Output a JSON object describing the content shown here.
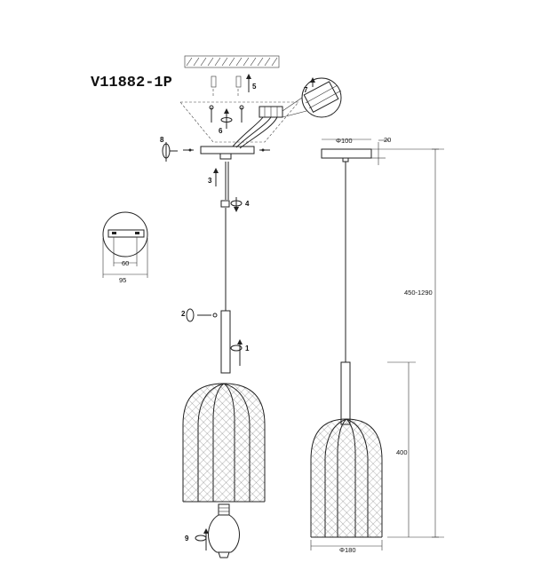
{
  "title": "V11882-1P",
  "dimensions": {
    "canopy_diameter": "Φ100",
    "canopy_height": "20",
    "total_height": "450-1290",
    "shade_height": "400",
    "shade_diameter": "Φ180",
    "plate_hole_spacing": "60",
    "plate_diameter": "95"
  },
  "steps": [
    "1",
    "2",
    "3",
    "4",
    "5",
    "6",
    "7",
    "8",
    "9"
  ]
}
